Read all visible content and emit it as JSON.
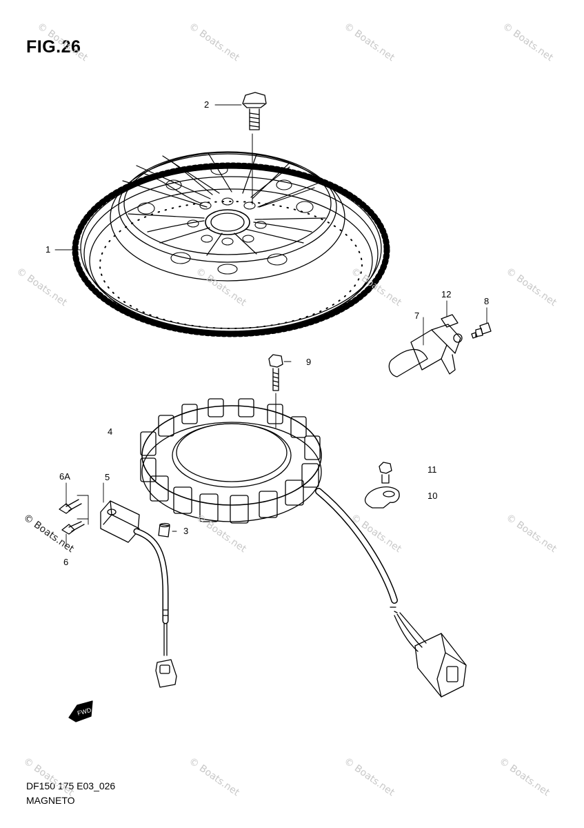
{
  "figure": {
    "title": "FIG.26"
  },
  "callouts": {
    "c1": "1",
    "c2": "2",
    "c3": "3",
    "c4": "4",
    "c5": "5",
    "c6": "6",
    "c6a": "6A",
    "c7": "7",
    "c8": "8",
    "c9": "9",
    "c10": "10",
    "c11": "11",
    "c12": "12"
  },
  "footer": {
    "code": "DF150 175 E03_026",
    "name": "MAGNETO"
  },
  "watermark": {
    "text": "© Boats.net"
  },
  "direction_badge": {
    "text": "FWD"
  },
  "colors": {
    "line": "#000000",
    "watermark": "#c8c8c8",
    "background": "#ffffff"
  }
}
